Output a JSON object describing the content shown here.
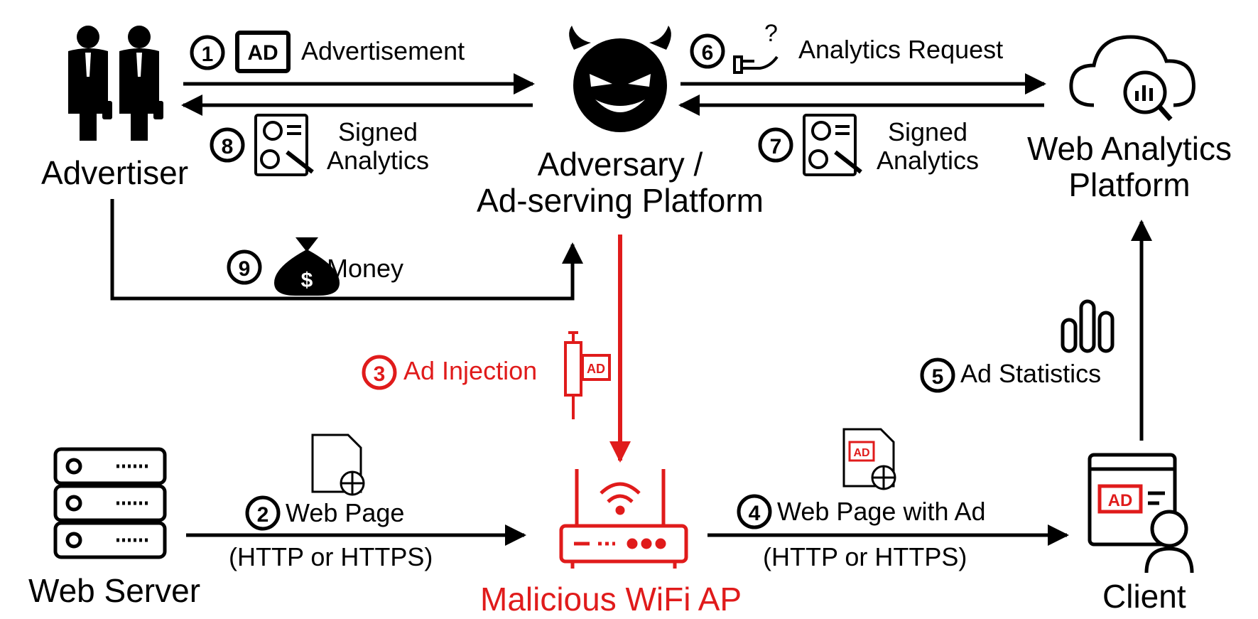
{
  "colors": {
    "ink": "#000000",
    "accent": "#e01b1b"
  },
  "entities": {
    "advertiser": "Advertiser",
    "adversary_line1": "Adversary /",
    "adversary_line2": "Ad-serving Platform",
    "analytics_line1": "Web Analytics",
    "analytics_line2": "Platform",
    "web_server": "Web Server",
    "wifi_ap": "Malicious WiFi AP",
    "client": "Client"
  },
  "steps": {
    "s1": {
      "num": "1",
      "label": "Advertisement"
    },
    "s2": {
      "num": "2",
      "label": "Web Page",
      "sub": "(HTTP or HTTPS)"
    },
    "s3": {
      "num": "3",
      "label": "Ad Injection"
    },
    "s4": {
      "num": "4",
      "label": "Web Page with Ad",
      "sub": "(HTTP or HTTPS)"
    },
    "s5": {
      "num": "5",
      "label": "Ad Statistics"
    },
    "s6": {
      "num": "6",
      "label": "Analytics Request"
    },
    "s7": {
      "num": "7",
      "line1": "Signed",
      "line2": "Analytics"
    },
    "s8": {
      "num": "8",
      "line1": "Signed",
      "line2": "Analytics"
    },
    "s9": {
      "num": "9",
      "label": "Money"
    }
  },
  "icons": {
    "ad_badge": "AD",
    "ad_badge_icon": "ad-badge-icon",
    "dollar": "$",
    "question": "?",
    "exclaim": "!"
  }
}
